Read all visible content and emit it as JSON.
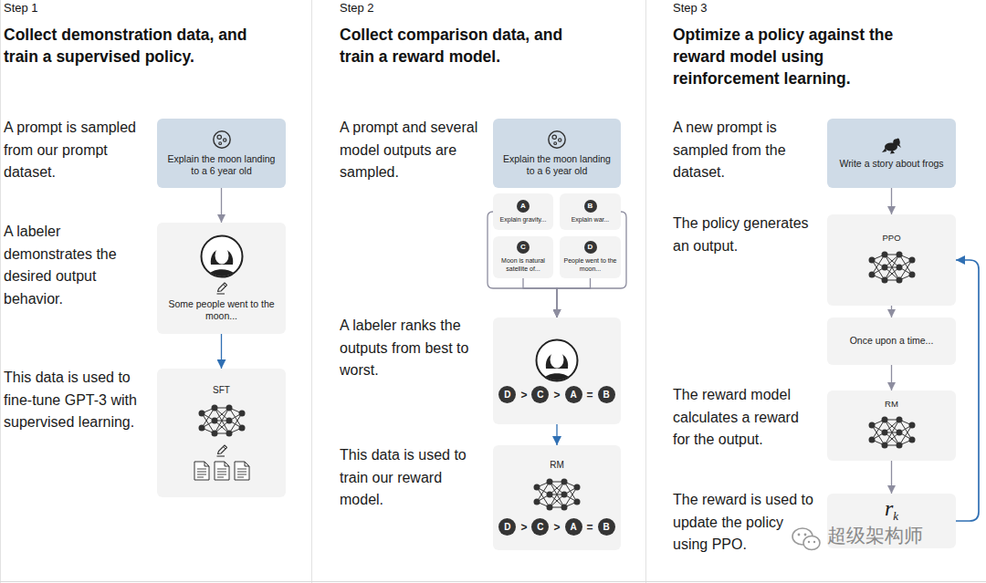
{
  "diagram": {
    "nodes": [
      {
        "text": [
          "Explain the moon landing to a 6 year old"
        ]
      },
      {
        "text": [
          "Some people went to the moon..."
        ]
      },
      {
        "text": [
          "SFT"
        ]
      },
      {
        "text": [
          "Explain the moon landing to a 6 year old"
        ]
      },
      {
        "text": [
          "A",
          "Explain gravity..."
        ]
      },
      {
        "text": [
          "B",
          "Explain war..."
        ]
      },
      {
        "text": [
          "C",
          "Moon is natural satellite of..."
        ]
      },
      {
        "text": [
          "D",
          "People went to the moon..."
        ]
      },
      {
        "text": [
          "D",
          ">",
          "C",
          ">",
          "A",
          "=",
          "B"
        ]
      },
      {
        "text": [
          "RM",
          "D",
          ">",
          "C",
          ">",
          "A",
          "=",
          "B"
        ]
      },
      {
        "text": [
          "Write a story about frogs"
        ]
      },
      {
        "text": [
          "PPO"
        ]
      },
      {
        "text": [
          "Once upon a time..."
        ]
      },
      {
        "text": [
          "RM"
        ]
      },
      {
        "text": [
          "r",
          "k"
        ]
      }
    ],
    "edges": [
      {
        "from": 0,
        "to": 1,
        "arrow": "to"
      },
      {
        "from": 1,
        "to": 2,
        "arrow": "to"
      },
      {
        "from": 4,
        "to": 8,
        "arrow": "to"
      },
      {
        "from": 5,
        "to": 8,
        "arrow": "to"
      },
      {
        "from": 6,
        "to": 8,
        "arrow": "to"
      },
      {
        "from": 7,
        "to": 8,
        "arrow": "to"
      },
      {
        "from": 8,
        "to": 9,
        "arrow": "to"
      },
      {
        "from": 10,
        "to": 11,
        "arrow": "to"
      },
      {
        "from": 11,
        "to": 12,
        "arrow": "to"
      },
      {
        "from": 12,
        "to": 13,
        "arrow": "to"
      },
      {
        "from": 13,
        "to": 14,
        "arrow": "to"
      },
      {
        "from": 14,
        "to": 11,
        "arrow": "to"
      }
    ],
    "labels": [
      "Step 1",
      "Collect demonstration data, and train a supervised policy.",
      "A prompt is sampled from our prompt dataset.",
      "A labeler demonstrates the desired output behavior.",
      "This data is used to fine-tune GPT-3 with supervised learning.",
      "Step 2",
      "Collect comparison data, and train a reward model.",
      "A prompt and several model outputs are sampled.",
      "A labeler ranks the outputs from best to worst.",
      "This data is used to train our reward model.",
      "Step 3",
      "Optimize a policy against the reward model using reinforcement learning.",
      "A new prompt is sampled from the dataset.",
      "The policy generates an output.",
      "The reward model calculates a reward for the output.",
      "The reward is used to update the policy using PPO.",
      "超级架构师"
    ]
  }
}
